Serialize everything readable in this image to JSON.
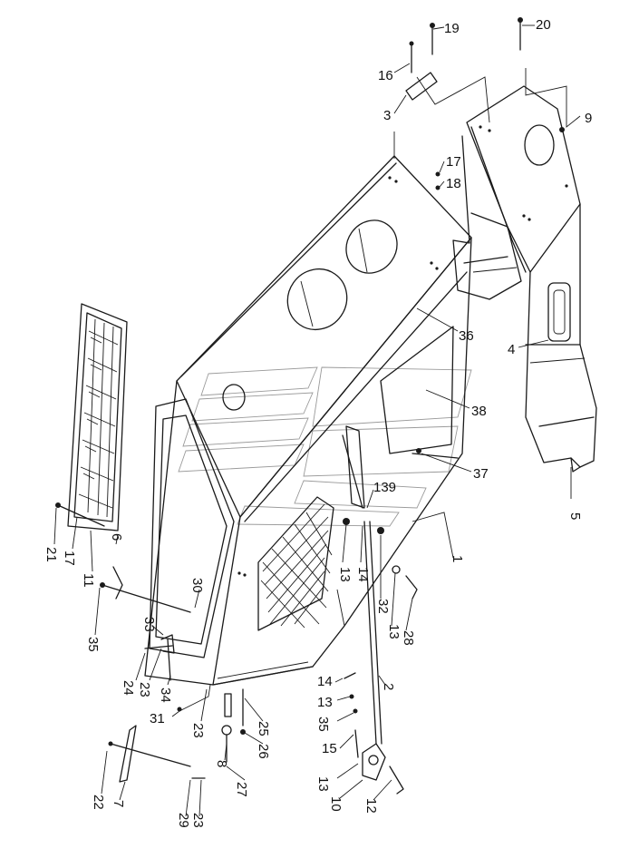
{
  "diagram": {
    "callouts": [
      {
        "id": "c19",
        "text": "19"
      },
      {
        "id": "c20",
        "text": "20"
      },
      {
        "id": "c16",
        "text": "16"
      },
      {
        "id": "c3",
        "text": "3"
      },
      {
        "id": "c9",
        "text": "9"
      },
      {
        "id": "c17a",
        "text": "17"
      },
      {
        "id": "c18",
        "text": "18"
      },
      {
        "id": "c36",
        "text": "36"
      },
      {
        "id": "c4",
        "text": "4"
      },
      {
        "id": "c38",
        "text": "38"
      },
      {
        "id": "c37",
        "text": "37"
      },
      {
        "id": "c5",
        "text": "5"
      },
      {
        "id": "c1",
        "text": "1"
      },
      {
        "id": "c139",
        "text": "139"
      },
      {
        "id": "c13a",
        "text": "13"
      },
      {
        "id": "c14a",
        "text": "14"
      },
      {
        "id": "c32",
        "text": "32"
      },
      {
        "id": "c13b",
        "text": "13"
      },
      {
        "id": "c28",
        "text": "28"
      },
      {
        "id": "c21",
        "text": "21"
      },
      {
        "id": "c17b",
        "text": "17"
      },
      {
        "id": "c11",
        "text": "11"
      },
      {
        "id": "c6",
        "text": "6"
      },
      {
        "id": "c30",
        "text": "30"
      },
      {
        "id": "c35a",
        "text": "35"
      },
      {
        "id": "c33",
        "text": "33"
      },
      {
        "id": "c24",
        "text": "24"
      },
      {
        "id": "c23a",
        "text": "23"
      },
      {
        "id": "c34",
        "text": "34"
      },
      {
        "id": "c31",
        "text": "31"
      },
      {
        "id": "c23b",
        "text": "23"
      },
      {
        "id": "c2",
        "text": "2"
      },
      {
        "id": "c14b",
        "text": "14"
      },
      {
        "id": "c13c",
        "text": "13"
      },
      {
        "id": "c35b",
        "text": "35"
      },
      {
        "id": "c25",
        "text": "25"
      },
      {
        "id": "c26",
        "text": "26"
      },
      {
        "id": "c8",
        "text": "8"
      },
      {
        "id": "c15",
        "text": "15"
      },
      {
        "id": "c13d",
        "text": "13"
      },
      {
        "id": "c27",
        "text": "27"
      },
      {
        "id": "c22",
        "text": "22"
      },
      {
        "id": "c7",
        "text": "7"
      },
      {
        "id": "c29",
        "text": "29"
      },
      {
        "id": "c23c",
        "text": "23"
      },
      {
        "id": "c10",
        "text": "10"
      },
      {
        "id": "c12",
        "text": "12"
      }
    ]
  }
}
